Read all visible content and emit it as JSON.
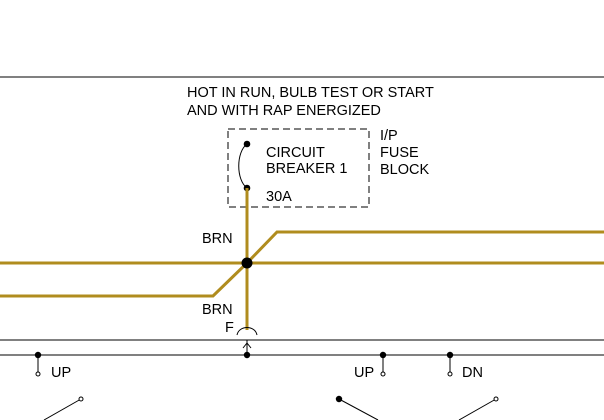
{
  "power_note": {
    "line1": "HOT IN RUN, BULB TEST OR START",
    "line2": "AND WITH RAP ENERGIZED"
  },
  "breaker": {
    "name_line1": "CIRCUIT",
    "name_line2": "BREAKER 1",
    "rating": "30A"
  },
  "fuse_block": {
    "line1": "I/P",
    "line2": "FUSE",
    "line3": "BLOCK"
  },
  "wires": {
    "upper_color": "BRN",
    "lower_color": "BRN",
    "wire_hex": "#b08c1e"
  },
  "connector": {
    "pin": "F"
  },
  "switches": {
    "left_up": "UP",
    "right_up": "UP",
    "right_down": "DN"
  },
  "icons": [
    "splice-dot",
    "connector-pin-icon",
    "switch-contact-icon"
  ]
}
